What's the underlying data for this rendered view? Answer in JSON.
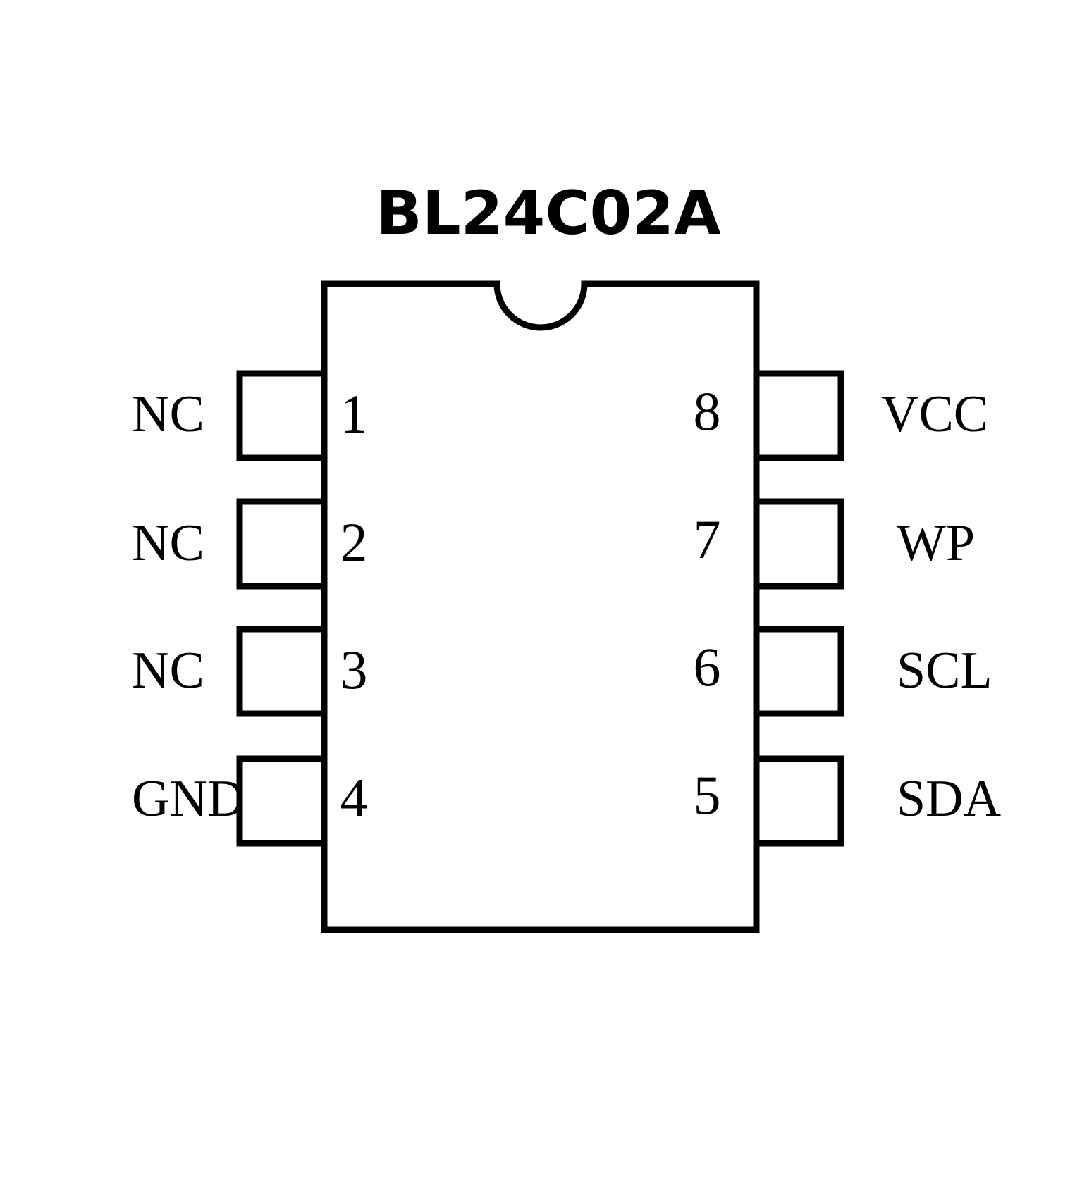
{
  "title": "BL24C02A",
  "colors": {
    "stroke": "#000000",
    "background": "#ffffff"
  },
  "pins": {
    "left": [
      {
        "number": "1",
        "name": "NC"
      },
      {
        "number": "2",
        "name": "NC"
      },
      {
        "number": "3",
        "name": "NC"
      },
      {
        "number": "4",
        "name": "GND"
      }
    ],
    "right": [
      {
        "number": "8",
        "name": "VCC"
      },
      {
        "number": "7",
        "name": "WP"
      },
      {
        "number": "6",
        "name": "SCL"
      },
      {
        "number": "5",
        "name": "SDA"
      }
    ]
  }
}
